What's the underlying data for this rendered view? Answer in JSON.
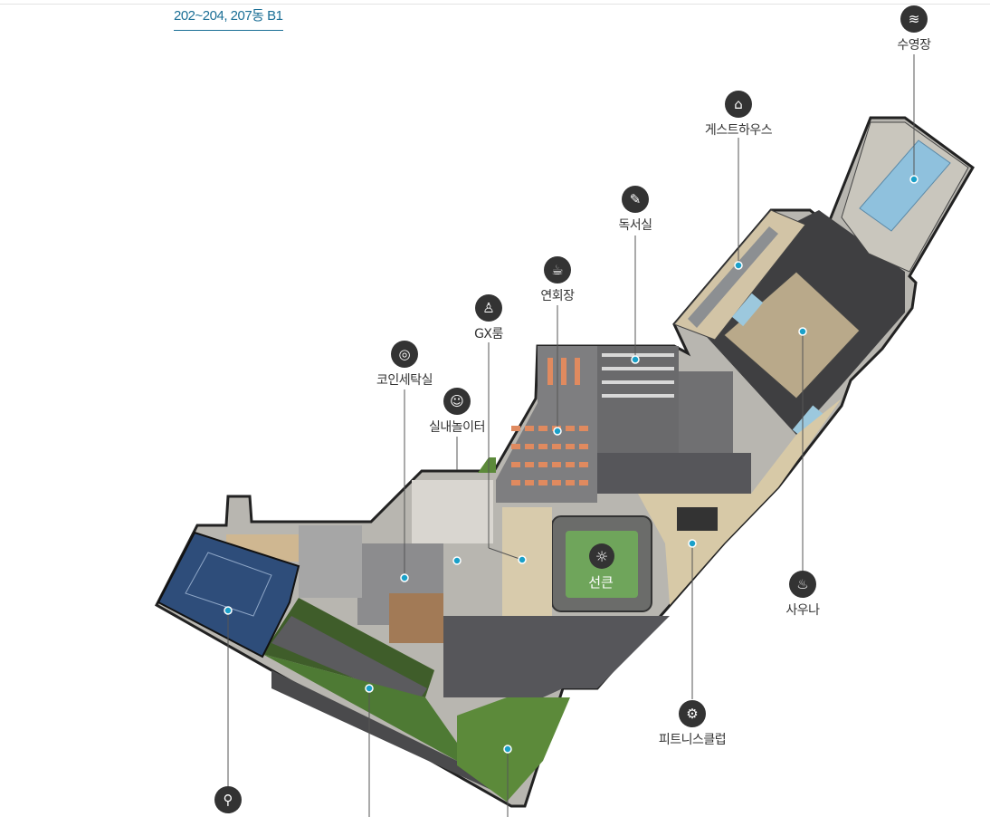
{
  "floor_title": "202~204, 207동 B1",
  "center": {
    "label": "선큰",
    "icon": "sun-icon"
  },
  "facilities": [
    {
      "id": "pool",
      "label": "수영장",
      "icon": "swimming-icon"
    },
    {
      "id": "guesthouse",
      "label": "게스트하우스",
      "icon": "bed-icon"
    },
    {
      "id": "reading-room",
      "label": "독서실",
      "icon": "reading-icon"
    },
    {
      "id": "banquet-hall",
      "label": "연회장",
      "icon": "coffee-cup-icon"
    },
    {
      "id": "gx-room",
      "label": "GX룸",
      "icon": "fitness-person-icon"
    },
    {
      "id": "coin-laundry",
      "label": "코인세탁실",
      "icon": "washing-machine-icon"
    },
    {
      "id": "indoor-playground",
      "label": "실내놀이터",
      "icon": "child-icon"
    },
    {
      "id": "sauna",
      "label": "사우나",
      "icon": "steam-icon"
    },
    {
      "id": "fitness-club",
      "label": "피트니스클럽",
      "icon": "exercise-bike-icon"
    },
    {
      "id": "sports-court",
      "label": "",
      "icon": "badminton-icon"
    }
  ]
}
